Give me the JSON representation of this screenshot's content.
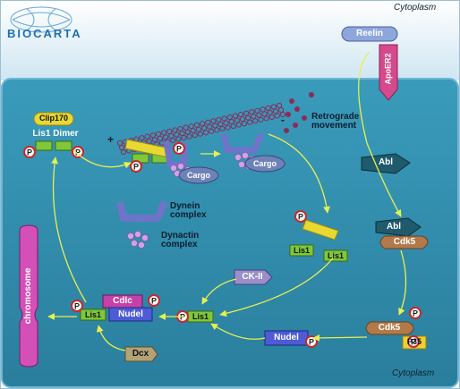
{
  "logo": {
    "text": "BIOCARTA"
  },
  "compartments": {
    "top_label": "Cytoplasm",
    "bottom_label": "Cytoplasm"
  },
  "proteins": {
    "reelin": "Reelin",
    "apoer2": "ApoER2",
    "clip170": "Clip170",
    "lis1_dimer": "Lis1 Dimer",
    "abl_upper": "Abl",
    "abl_lower": "Abl",
    "cdk5_mid": "Cdk5",
    "cdk5_low": "Cdk5",
    "p35": "P35",
    "nudel_right": "Nudel",
    "nudel_left": "Nudel",
    "ck_ii": "CK-II",
    "lis1_center": "Lis1",
    "lis1_right_a": "Lis1",
    "lis1_right_b": "Lis1",
    "lis1_left": "Lis1",
    "cdlc": "Cdlc",
    "dcx": "Dcx",
    "cargo_a": "Cargo",
    "cargo_b": "Cargo",
    "chromosome": "chromosome"
  },
  "legend": {
    "dynein": "Dynein complex",
    "dynactin": "Dynactin complex"
  },
  "annotations": {
    "retrograde": "Retrograde movement",
    "plus_end": "+",
    "minus_end": "-",
    "phospho": "P"
  },
  "colors": {
    "cytoplasm_bg": "#2f8aa8",
    "membrane": "#5ab0d0",
    "lis1_green": "#7ec83a",
    "clip_yellow": "#e8d832",
    "cdk5_brown": "#b27a4a",
    "p35_yellow": "#f0d030",
    "nudel_blue": "#4d5bd6",
    "cdlc_magenta": "#c540a8",
    "chromosome_pink": "#d44fb7",
    "dynein_purple": "#6f74c9",
    "microtubule": "#8a2c5a",
    "arrow_yellow": "#e8f050",
    "phospho_red": "#c42a2a"
  }
}
